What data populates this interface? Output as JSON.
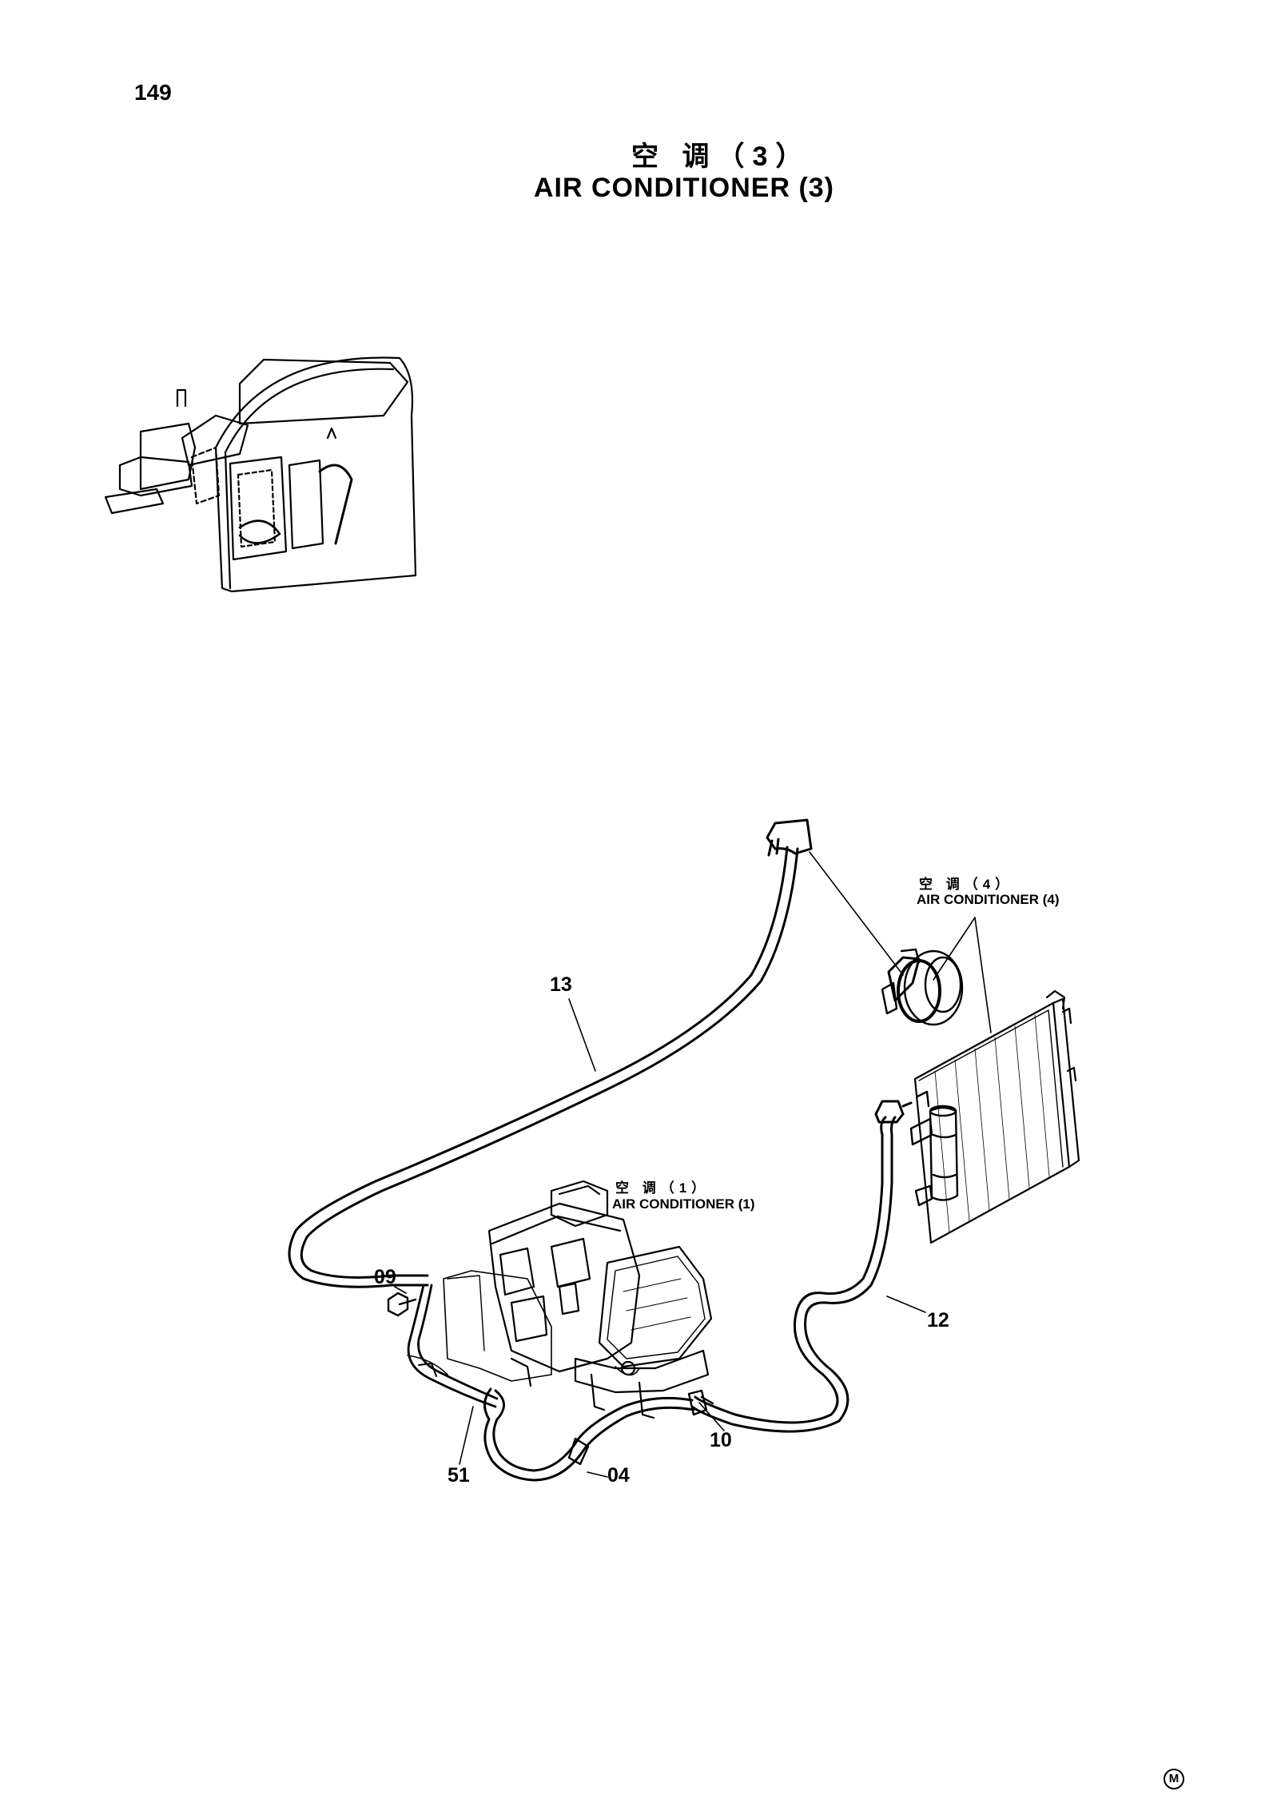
{
  "page_number": "149",
  "title": {
    "chinese": "空 调（3）",
    "english": "AIR CONDITIONER (3)"
  },
  "references": [
    {
      "id": "ref-4",
      "chinese": "空 调（4）",
      "english": "AIR CONDITIONER (4)"
    },
    {
      "id": "ref-1",
      "chinese": "空 调（1）",
      "english": "AIR CONDITIONER (1)"
    }
  ],
  "callouts": [
    "13",
    "09",
    "12",
    "10",
    "51",
    "04"
  ],
  "corner_mark": "M",
  "icons": [
    "excavator-cab-icon",
    "compressor-icon",
    "condenser-icon",
    "receiver-dryer-icon",
    "ac-unit-icon",
    "bolt-icon",
    "hose-clamp-icon"
  ]
}
